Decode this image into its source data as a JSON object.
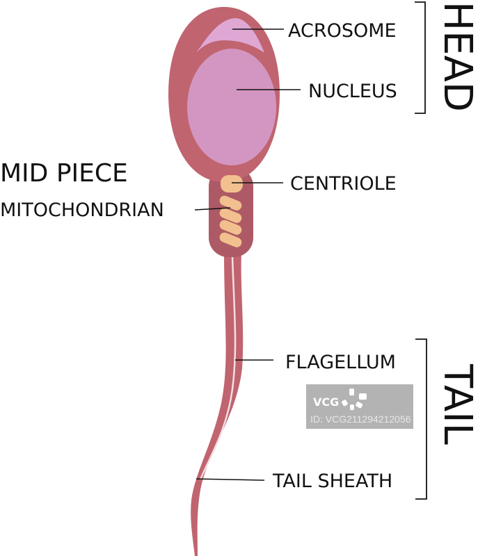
{
  "labels": {
    "acrosome": "ACROSOME",
    "nucleus": "NUCLEUS",
    "centriole": "CENTRIOLE",
    "mid_piece": "MID PIECE",
    "mitochondrian": "MITOCHONDRIAN",
    "flagellum": "FLAGELLUM",
    "tail_sheath": "TAIL SHEATH"
  },
  "sections": {
    "head": "HEAD",
    "tail": "TAIL"
  },
  "watermark": {
    "logo": "VCG",
    "id": "ID: VCG211294212056"
  },
  "colors": {
    "body": "#c0646f",
    "neck": "#ad5a66",
    "nucleus": "#d396c2",
    "acrosome": "#dfa8d4",
    "centriole": "#f2c08e"
  }
}
